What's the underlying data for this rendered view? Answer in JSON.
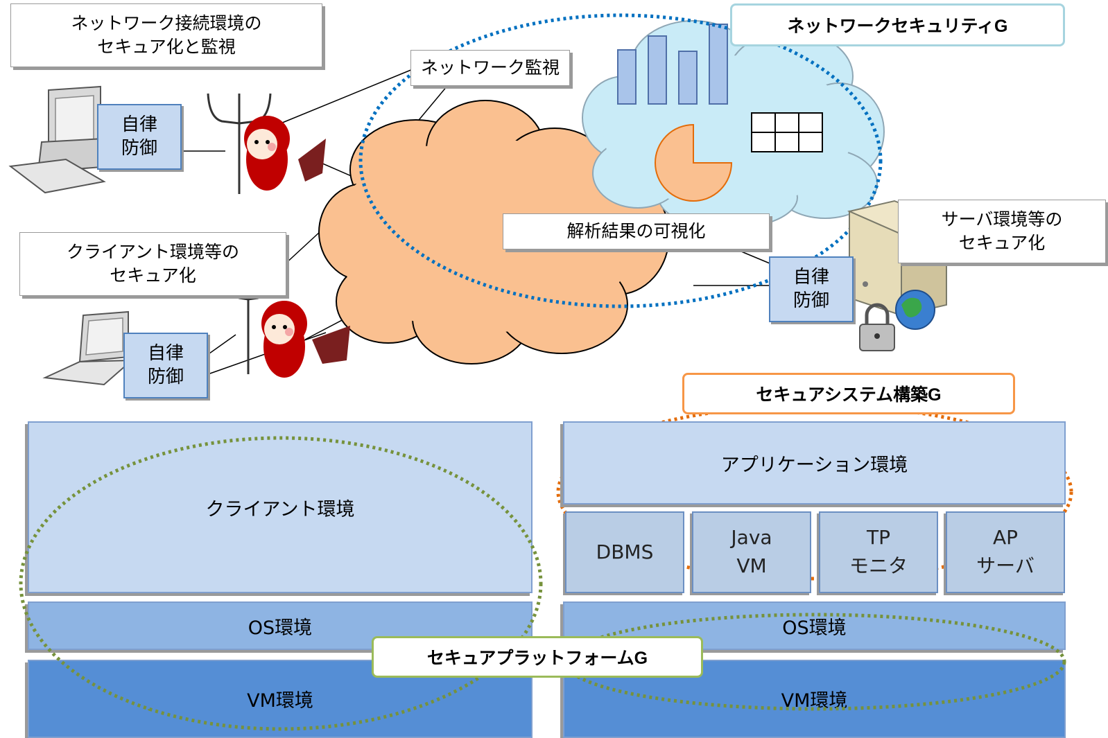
{
  "callouts": {
    "network_secure_line1": "ネットワーク接続環境の",
    "network_secure_line2": "セキュア化と監視",
    "network_monitor": "ネットワーク監視",
    "client_secure_line1": "クライアント環境等の",
    "client_secure_line2": "セキュア化",
    "server_secure_line1": "サーバ環境等の",
    "server_secure_line2": "セキュア化",
    "visualization": "解析結果の可視化"
  },
  "autonomous_defense": {
    "line1": "自律",
    "line2": "防御"
  },
  "groups": {
    "network_security": "ネットワークセキュリティG",
    "secure_system": "セキュアシステム構築G",
    "secure_platform": "セキュアプラットフォームG"
  },
  "left_stack": {
    "client": "クライアント環境",
    "os": "OS環境",
    "vm": "VM環境"
  },
  "right_stack": {
    "app": "アプリケーション環境",
    "middleware": [
      {
        "line1": "DBMS",
        "line2": ""
      },
      {
        "line1": "Java",
        "line2": "VM"
      },
      {
        "line1": "TP",
        "line2": "モニタ"
      },
      {
        "line1": "AP",
        "line2": "サーバ"
      }
    ],
    "os": "OS環境",
    "vm": "VM環境"
  },
  "colors": {
    "cloud_orange": "#fac090",
    "cloud_blue": "#c9ebf7",
    "net_sec_outline": "#0070c0",
    "secure_system_outline": "#e36c0a",
    "platform_outline": "#76923c",
    "layer_light": "#c6d9f1",
    "layer_mid": "#8eb4e3",
    "layer_dark": "#558ed5"
  }
}
